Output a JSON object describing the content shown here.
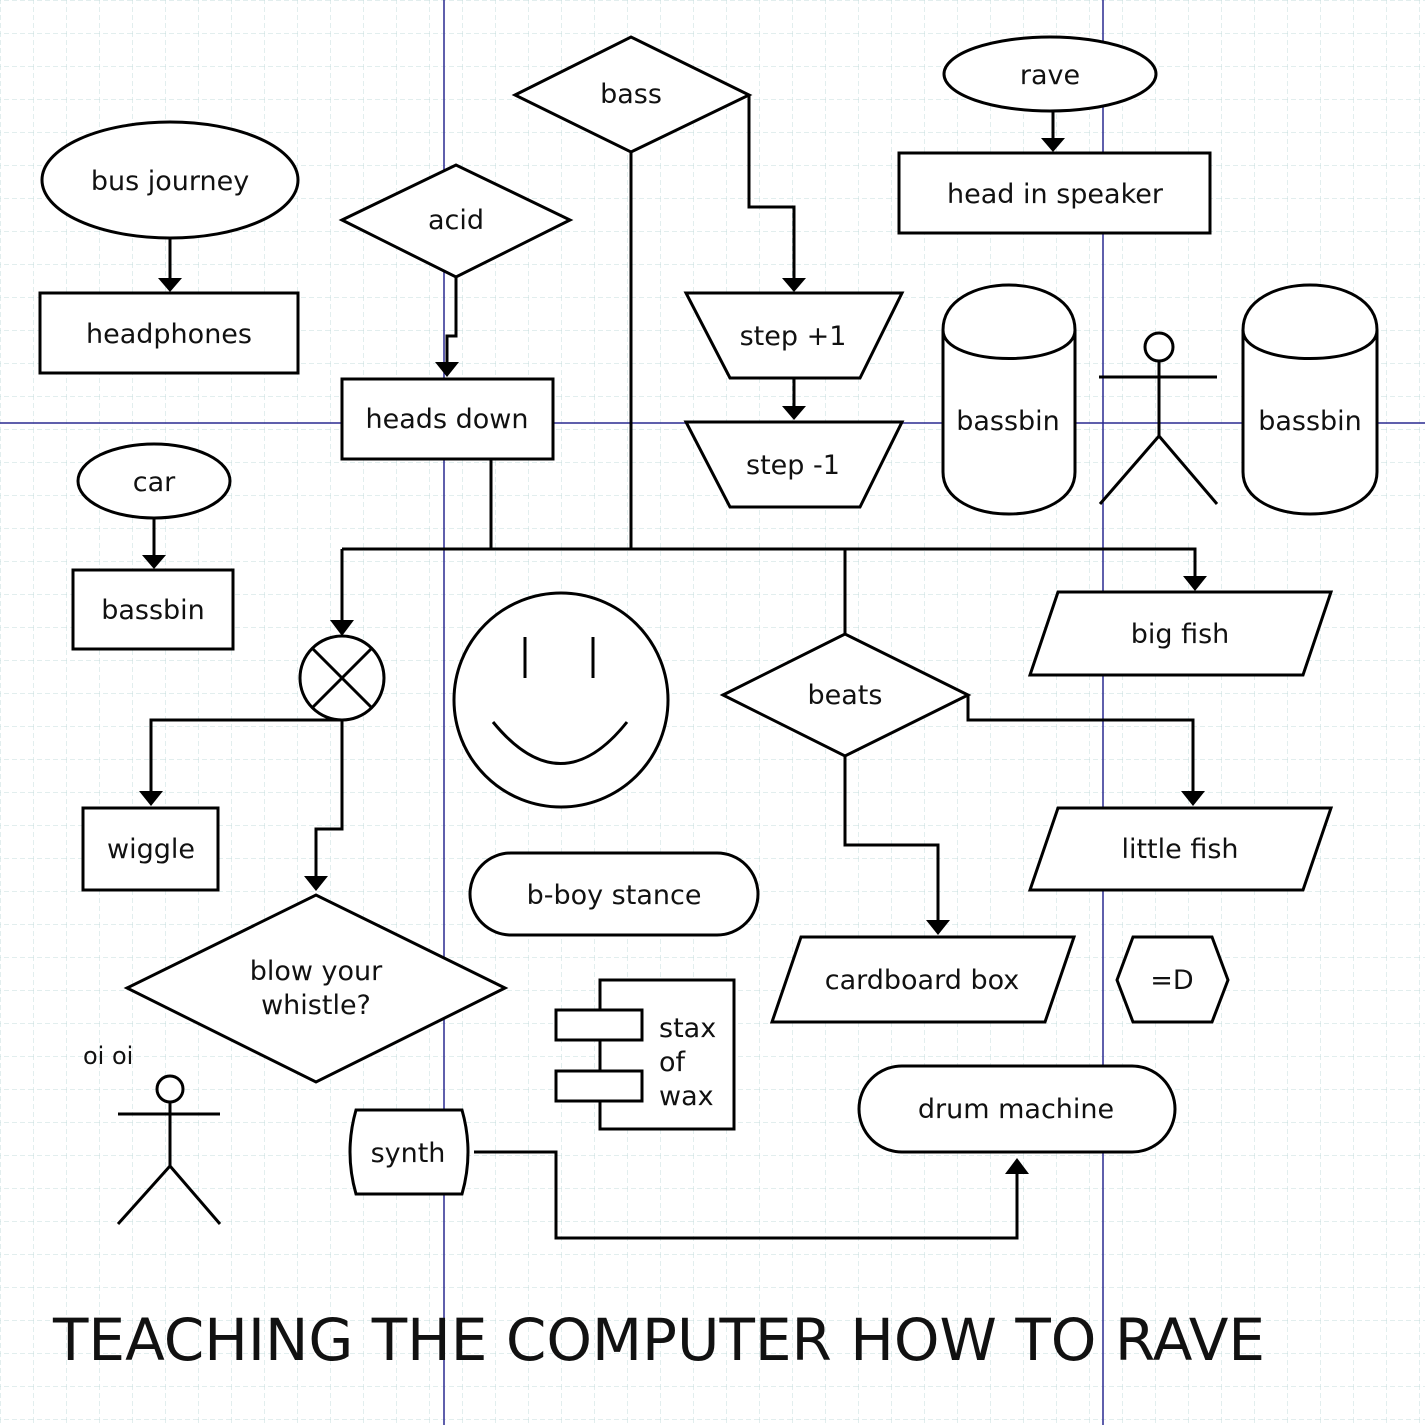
{
  "nodes": {
    "bus_journey": "bus journey",
    "headphones": "headphones",
    "car": "car",
    "bassbin_left": "bassbin",
    "acid": "acid",
    "heads_down": "heads down",
    "bass": "bass",
    "step_plus": "step +1",
    "step_minus": "step -1",
    "rave": "rave",
    "head_in_speaker": "head in speaker",
    "bassbin_cyl_1": "bassbin",
    "bassbin_cyl_2": "bassbin",
    "big_fish": "big fish",
    "beats": "beats",
    "little_fish": "little fish",
    "wiggle": "wiggle",
    "blow_whistle_1": "blow your",
    "blow_whistle_2": "whistle?",
    "b_boy_stance": "b-boy stance",
    "cardboard_box": "cardboard box",
    "emoticon": "=D",
    "stax_1": "stax",
    "stax_2": "of",
    "stax_3": "wax",
    "drum_machine": "drum machine",
    "synth": "synth",
    "oi_oi": "oi oi"
  },
  "title": "TEACHING THE COMPUTER HOW TO RAVE",
  "colors": {
    "grid_minor": "#c4dcdc",
    "grid_major": "#2a2a90",
    "stroke": "#000000",
    "fill": "#ffffff"
  }
}
